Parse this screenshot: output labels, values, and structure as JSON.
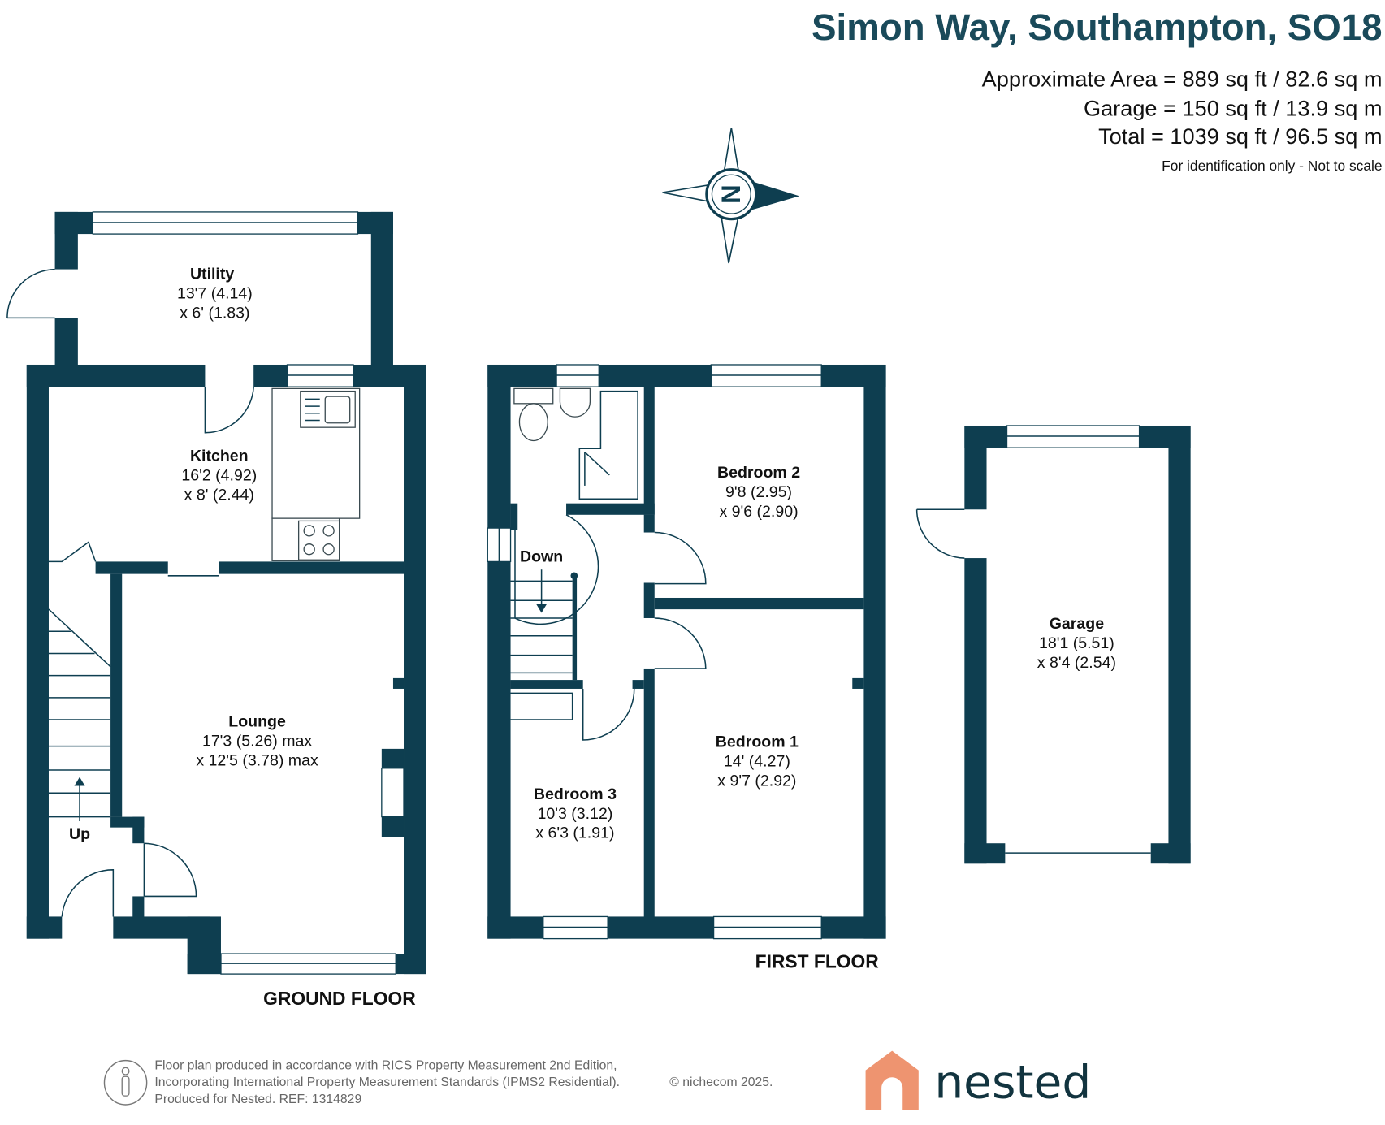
{
  "header": {
    "title": "Simon Way, Southampton, SO18",
    "areas": [
      "Approximate Area = 889 sq ft / 82.6 sq m",
      "Garage = 150 sq ft / 13.9 sq m",
      "Total = 1039 sq ft / 96.5 sq m"
    ],
    "disclaimer": "For identification only - Not to scale"
  },
  "compass": {
    "label": "N"
  },
  "floors": {
    "ground": "GROUND FLOOR",
    "first": "FIRST FLOOR"
  },
  "rooms": {
    "utility": {
      "name": "Utility",
      "dim1": "13'7 (4.14)",
      "dim2": "x 6' (1.83)"
    },
    "kitchen": {
      "name": "Kitchen",
      "dim1": "16'2 (4.92)",
      "dim2": "x 8' (2.44)"
    },
    "lounge": {
      "name": "Lounge",
      "dim1": "17'3 (5.26) max",
      "dim2": "x 12'5 (3.78) max"
    },
    "bedroom2": {
      "name": "Bedroom 2",
      "dim1": "9'8 (2.95)",
      "dim2": "x 9'6 (2.90)"
    },
    "bedroom1": {
      "name": "Bedroom 1",
      "dim1": "14' (4.27)",
      "dim2": "x 9'7 (2.92)"
    },
    "bedroom3": {
      "name": "Bedroom 3",
      "dim1": "10'3 (3.12)",
      "dim2": "x 6'3 (1.91)"
    },
    "garage": {
      "name": "Garage",
      "dim1": "18'1 (5.51)",
      "dim2": "x 8'4 (2.54)"
    }
  },
  "stairs": {
    "up": "Up",
    "down": "Down"
  },
  "footer": {
    "lines": [
      "Floor plan produced in accordance with RICS Property Measurement 2nd Edition,",
      "Incorporating International Property Measurement Standards (IPMS2 Residential).",
      "Produced for Nested.  REF:  1314829"
    ],
    "copyright": "© nichecom 2025.",
    "brand": "nested"
  },
  "colors": {
    "wall": "#0e3e50",
    "title": "#1a4a5a",
    "brand_orange": "#ee9470"
  }
}
